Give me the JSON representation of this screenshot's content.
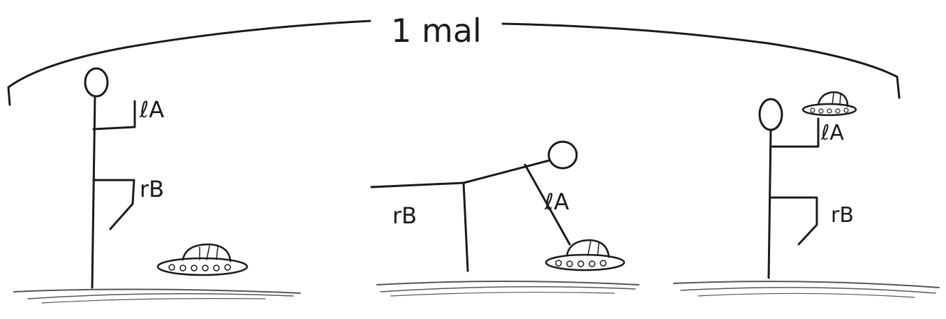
{
  "header": {
    "label": "1 mal"
  },
  "figures": [
    {
      "pose": "standing",
      "arm_label": "ℓA",
      "leg_label": "rB",
      "hat": "on-ground"
    },
    {
      "pose": "bent-forward",
      "arm_label": "ℓA",
      "leg_label": "rB",
      "hat": "under-hand"
    },
    {
      "pose": "standing",
      "arm_label": "ℓA",
      "leg_label": "rB",
      "hat": "raised-above-hand"
    }
  ],
  "colors": {
    "ink": "#1a1a1a",
    "ground": "#555555",
    "paper": "#ffffff"
  }
}
